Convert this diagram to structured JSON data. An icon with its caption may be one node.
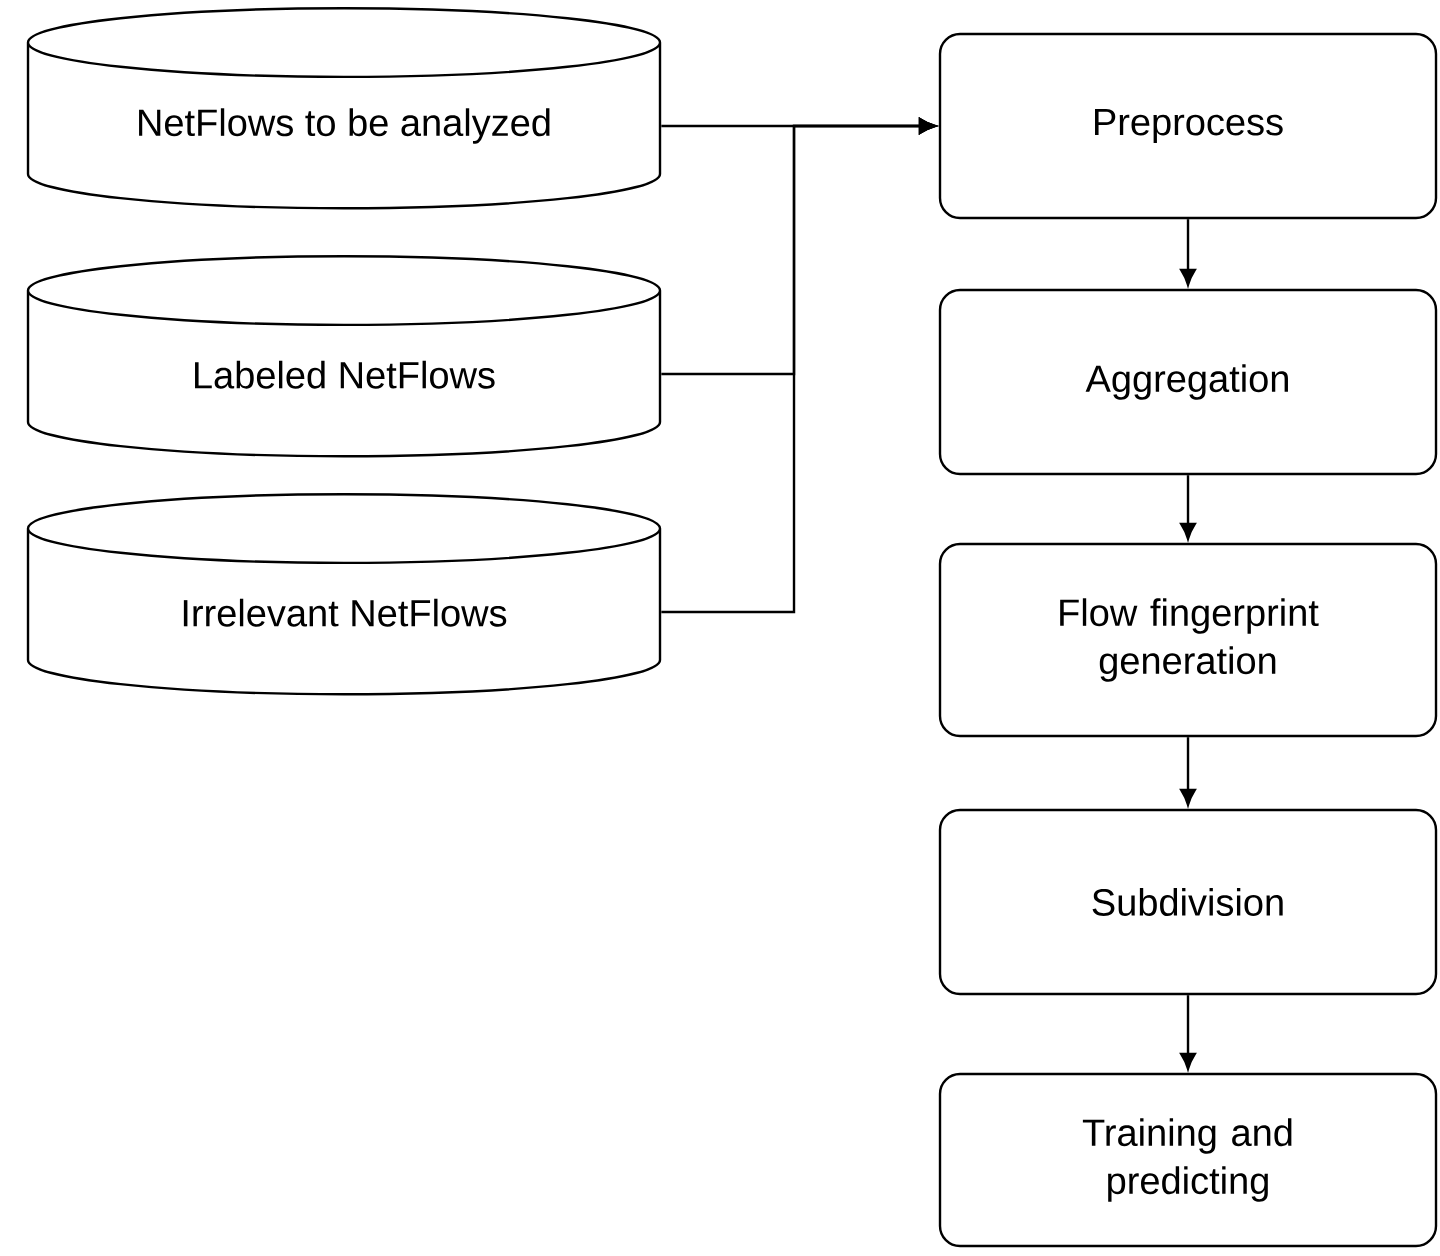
{
  "diagram": {
    "nodes": [
      {
        "text": [
          "NetFlows to be analyzed"
        ]
      },
      {
        "text": [
          "Labeled NetFlows"
        ]
      },
      {
        "text": [
          "Irrelevant NetFlows"
        ]
      },
      {
        "text": [
          "Preprocess"
        ]
      },
      {
        "text": [
          "Aggregation"
        ]
      },
      {
        "text": [
          "Flow fingerprint generation"
        ]
      },
      {
        "text": [
          "Subdivision"
        ]
      },
      {
        "text": [
          "Training and predicting"
        ]
      }
    ],
    "edges": [
      {
        "from": 0,
        "to": 3,
        "arrow": "to"
      },
      {
        "from": 1,
        "to": 3,
        "arrow": "to"
      },
      {
        "from": 2,
        "to": 3,
        "arrow": "to"
      },
      {
        "from": 3,
        "to": 4,
        "arrow": "to"
      },
      {
        "from": 4,
        "to": 5,
        "arrow": "to"
      },
      {
        "from": 5,
        "to": 6,
        "arrow": "to"
      },
      {
        "from": 6,
        "to": 7,
        "arrow": "to"
      }
    ]
  }
}
